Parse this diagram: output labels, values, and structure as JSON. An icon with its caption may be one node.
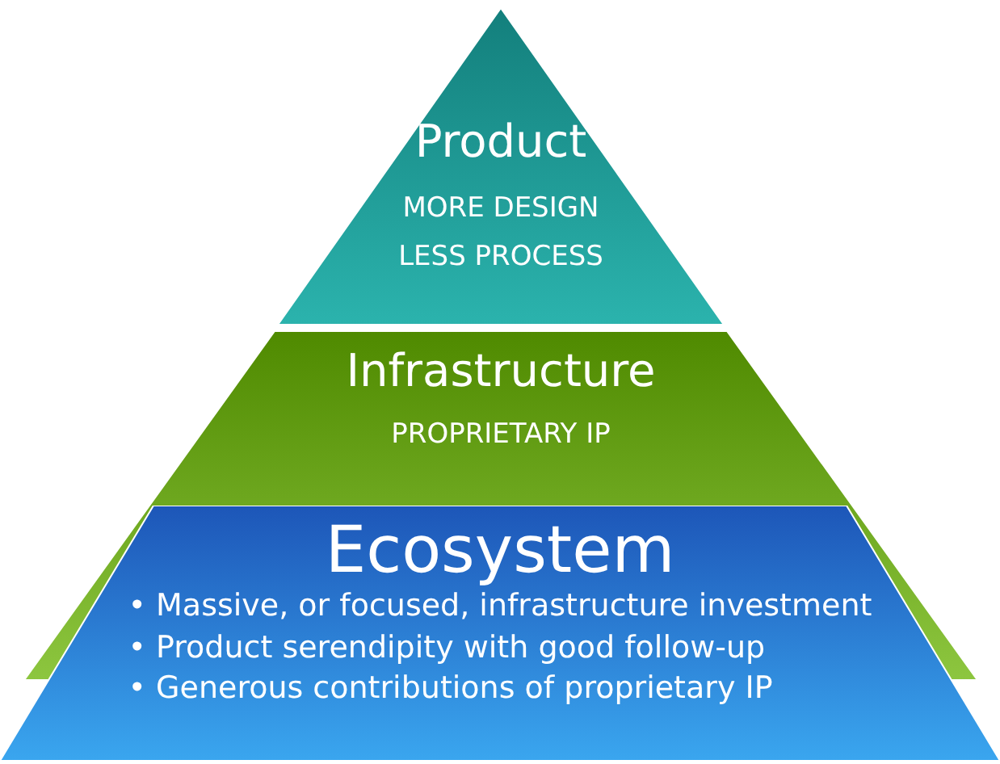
{
  "diagram": {
    "nodes": [
      {
        "text": [
          "Product",
          "MORE DESIGN LESS PROCESS"
        ]
      },
      {
        "text": [
          "Infrastructure",
          "PROPRIETARY IP"
        ]
      },
      {
        "text": [
          "Ecosystem",
          "• Massive, or focused, infrastructure investment",
          "• Product serendipity with good follow-up",
          "• Generous contributions of proprietary IP"
        ]
      }
    ]
  }
}
